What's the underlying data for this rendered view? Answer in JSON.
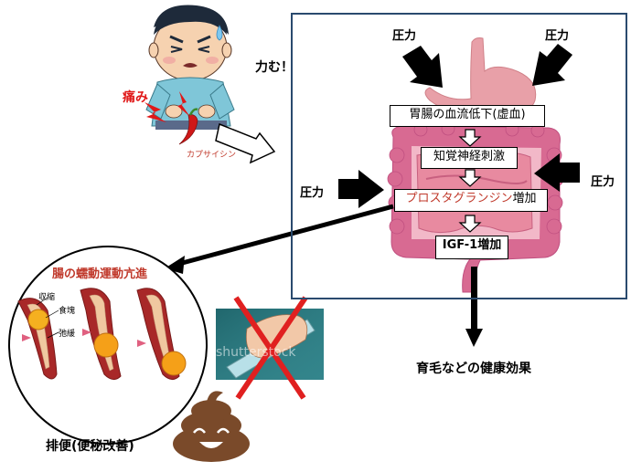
{
  "labels": {
    "pressure": "圧力",
    "strain": "力む！",
    "pain": "痛み",
    "capsaicin": "カプサイシン",
    "box1": "胃腸の血流低下(虚血)",
    "box2": "知覚神経刺激",
    "box3_red": "プロスタグランジン",
    "box3_black": "増加",
    "box4": "IGF-1増加",
    "peristalsis_title": "腸の蠕動運動亢進",
    "contraction": "収縮",
    "bolus": "食塊",
    "relaxation": "弛緩",
    "watermark": "shutterstock",
    "hair_effect": "育毛などの健康効果",
    "defecation": "排便(便秘改善)"
  },
  "colors": {
    "frame": "#2a4a6e",
    "organ": "#e8a0a8",
    "intestine": "#d86a92",
    "accent_red": "#c0392b",
    "poop": "#7a4a2a"
  }
}
